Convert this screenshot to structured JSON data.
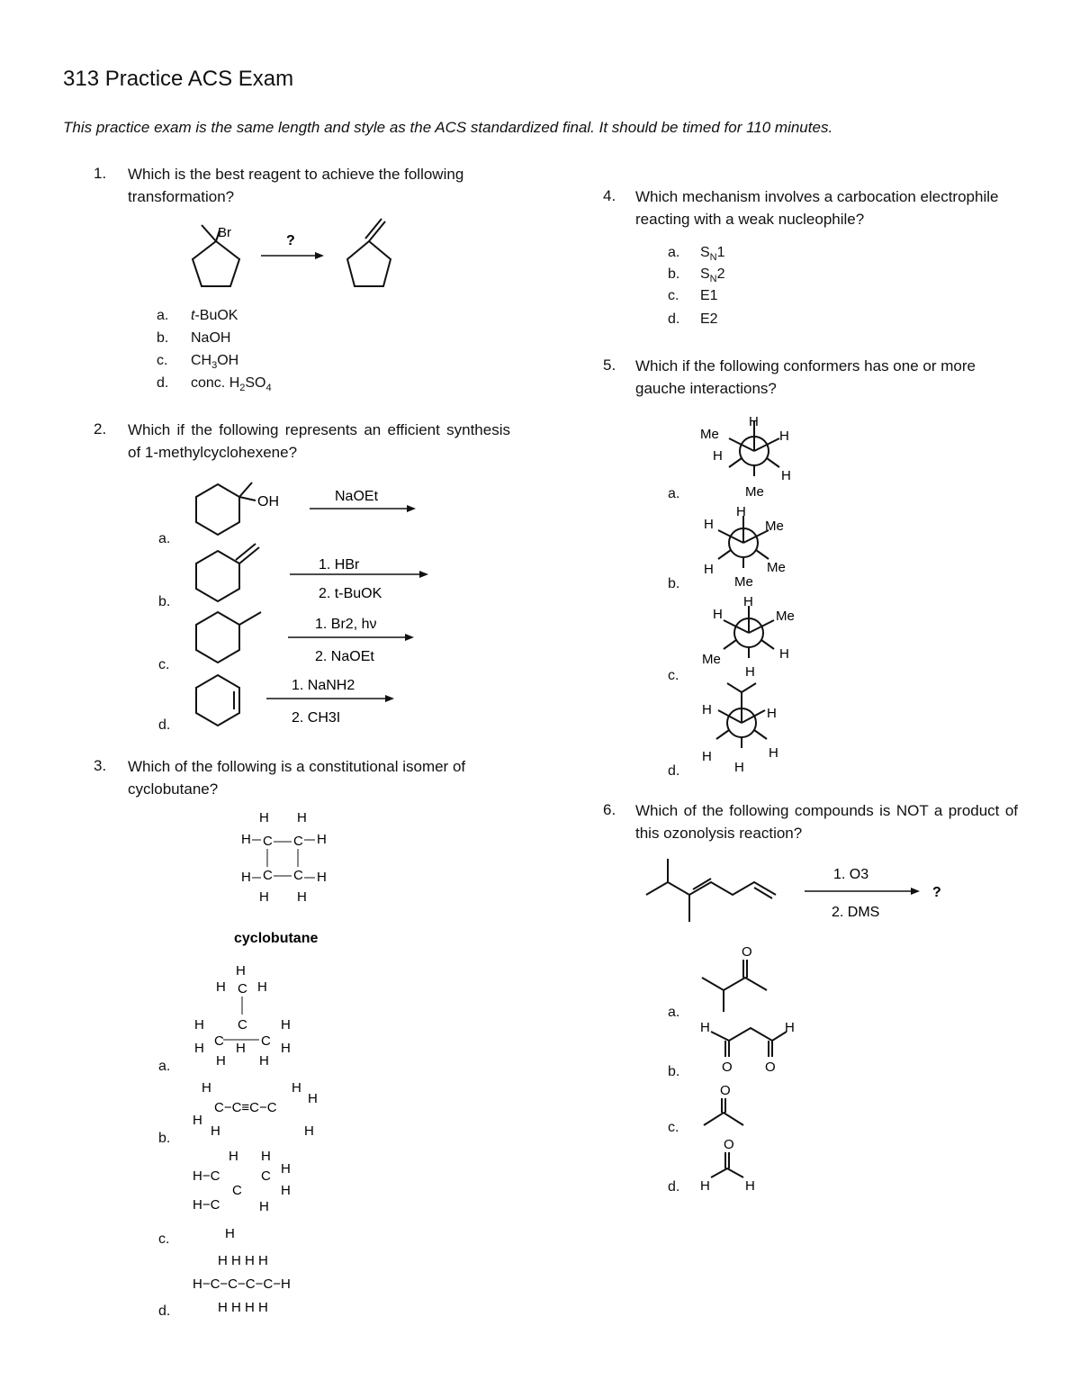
{
  "title": "313 Practice ACS Exam",
  "intro": "This practice exam is the same length and style as the ACS standardized final. It should be timed for 110 minutes.",
  "q1": {
    "num": "1.",
    "text": "Which is the best reagent to achieve the following transformation?",
    "scheme": {
      "br": "Br",
      "reagent": "?"
    },
    "options": [
      {
        "letter": "a.",
        "text": "t-BuOK"
      },
      {
        "letter": "b.",
        "text": "NaOH"
      },
      {
        "letter": "c.",
        "text": "CH3OH"
      },
      {
        "letter": "d.",
        "text": "conc. H2SO4"
      }
    ]
  },
  "q2": {
    "num": "2.",
    "text": "Which if the following represents an efficient synthesis of 1-methylcyclohexene?",
    "options": [
      {
        "letter": "a.",
        "group": "OH",
        "step1": "NaOEt",
        "step2": ""
      },
      {
        "letter": "b.",
        "step1": "1. HBr",
        "step2": "2. t-BuOK"
      },
      {
        "letter": "c.",
        "step1": "1. Br2, hν",
        "step2": "2. NaOEt"
      },
      {
        "letter": "d.",
        "step1": "1. NaNH2",
        "step2": "2. CH3I"
      }
    ]
  },
  "q3": {
    "num": "3.",
    "text": "Which of the following is a constitutional isomer of cyclobutane?",
    "ref_label": "cyclobutane",
    "options": [
      {
        "letter": "a."
      },
      {
        "letter": "b."
      },
      {
        "letter": "c."
      },
      {
        "letter": "d."
      }
    ]
  },
  "q4": {
    "num": "4.",
    "text": "Which mechanism involves a carbocation electrophile reacting with a weak nucleophile?",
    "options": [
      {
        "letter": "a.",
        "text": "SN1"
      },
      {
        "letter": "b.",
        "text": "SN2"
      },
      {
        "letter": "c.",
        "text": "E1"
      },
      {
        "letter": "d.",
        "text": "E2"
      }
    ]
  },
  "q5": {
    "num": "5.",
    "text": "Which if the following conformers has one or more gauche interactions?",
    "options": [
      {
        "letter": "a."
      },
      {
        "letter": "b."
      },
      {
        "letter": "c."
      },
      {
        "letter": "d."
      }
    ]
  },
  "q6": {
    "num": "6.",
    "text": "Which of the following compounds is NOT a product of this ozonolysis reaction?",
    "step1": "1. O3",
    "step2": "2. DMS",
    "product": "?",
    "options": [
      {
        "letter": "a."
      },
      {
        "letter": "b."
      },
      {
        "letter": "c."
      },
      {
        "letter": "d."
      }
    ]
  }
}
